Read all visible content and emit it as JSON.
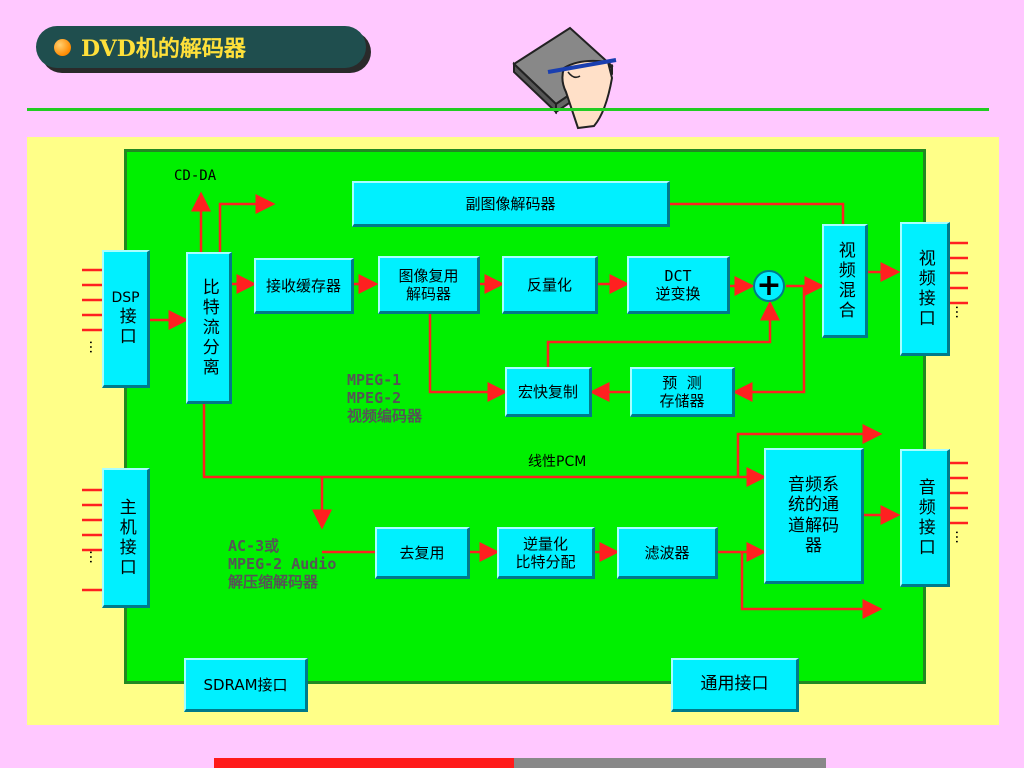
{
  "title": "DVD机的解码器",
  "blocks": {
    "subpicture_decoder": "副图像解码器",
    "dsp": "DSP",
    "dsp_sub": "接口",
    "stream_splitter": "比特流分离",
    "receive_buffer": "接收缓存器",
    "image_demux": "图像复用解码器",
    "inverse_quant": "反量化",
    "dct_title": "DCT",
    "dct_sub": "逆变换",
    "video_mix": "视频混合",
    "video_port": "视频接口",
    "macroblock_copy": "宏快复制",
    "pred_title": "预  测",
    "pred_sub": "存储器",
    "audio_decoder": "音频系统的通道解码器",
    "audio_port": "音频接口",
    "host": "主机接口",
    "demux": "去复用",
    "inv_quant_bits_1": "逆量化",
    "inv_quant_bits_2": "比特分配",
    "filter": "滤波器",
    "sdram": "SDRAM接口",
    "general_port": "通用接口",
    "plus": "+"
  },
  "labels": {
    "cdda": "CD-DA",
    "linear_pcm": "线性PCM",
    "video_note": "MPEG-1\nMPEG-2\n视频编码器",
    "audio_note": "AC-3或\nMPEG-2 Audio\n解压缩解码器",
    "dots": "…"
  },
  "colors": {
    "background": "#ffc8ff",
    "panel": "#ffff88",
    "board": "#00f000",
    "block": "#00f0ff",
    "wire": "#ff2020",
    "title_text": "#ffe03a"
  }
}
